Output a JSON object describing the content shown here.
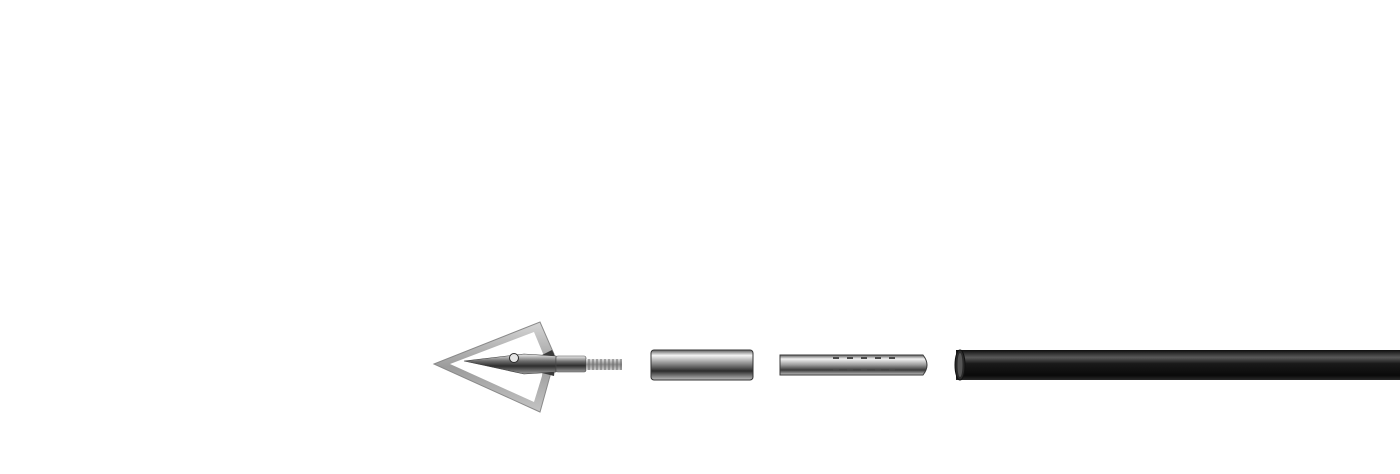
{
  "scene": {
    "background": "#ffffff",
    "components": [
      {
        "name": "broadhead",
        "color": "#a8a8a8"
      },
      {
        "name": "ferrule-sleeve",
        "color": "#8c8c8c"
      },
      {
        "name": "grooved-insert",
        "color": "#9a9a9a"
      },
      {
        "name": "arrow-shaft",
        "color": "#1e1e1e"
      }
    ]
  }
}
